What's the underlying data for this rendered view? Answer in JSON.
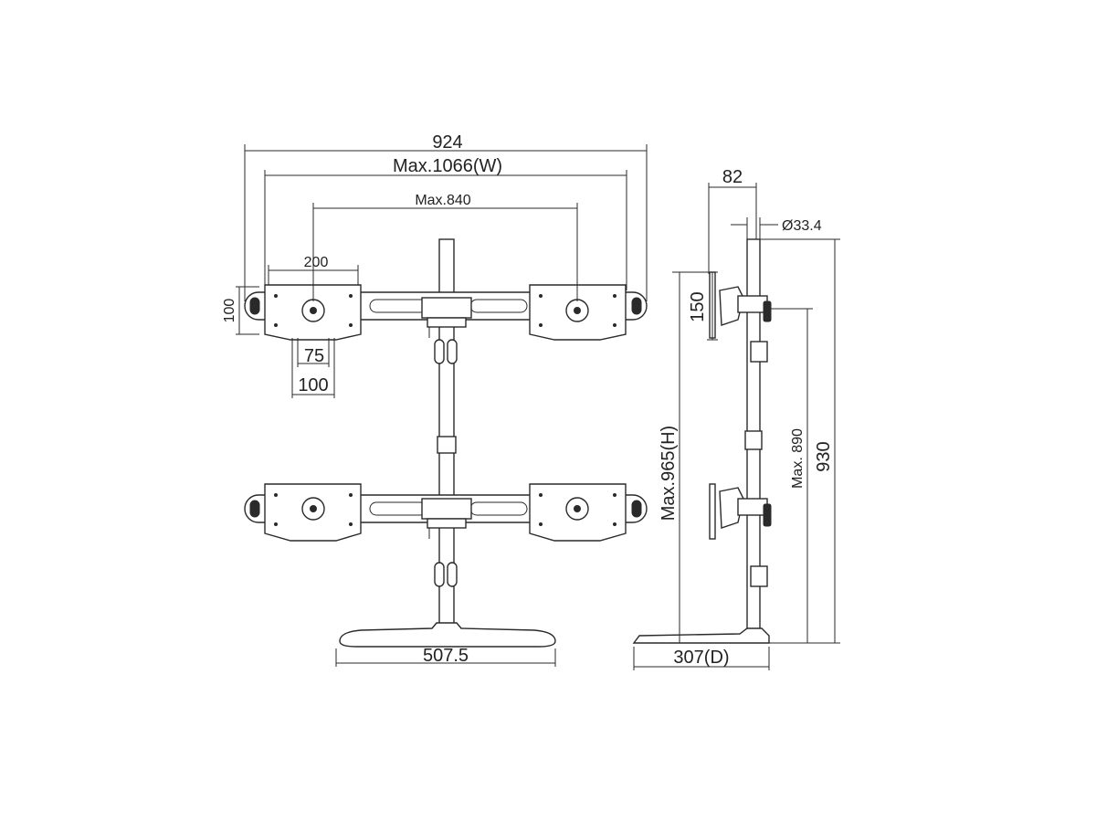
{
  "dimensions": {
    "overall_width": "924",
    "max_width": "Max.1066(W)",
    "max_spacing": "Max.840",
    "plate_width": "200",
    "plate_height": "100",
    "vesa_small": "75",
    "vesa_large": "100",
    "base_width": "507.5",
    "pole_offset": "82",
    "pole_diameter": "Ø33.4",
    "plate_side_height": "150",
    "max_height": "Max.965(H)",
    "max_arm_height": "Max. 890",
    "pole_height": "930",
    "base_depth": "307(D)"
  }
}
